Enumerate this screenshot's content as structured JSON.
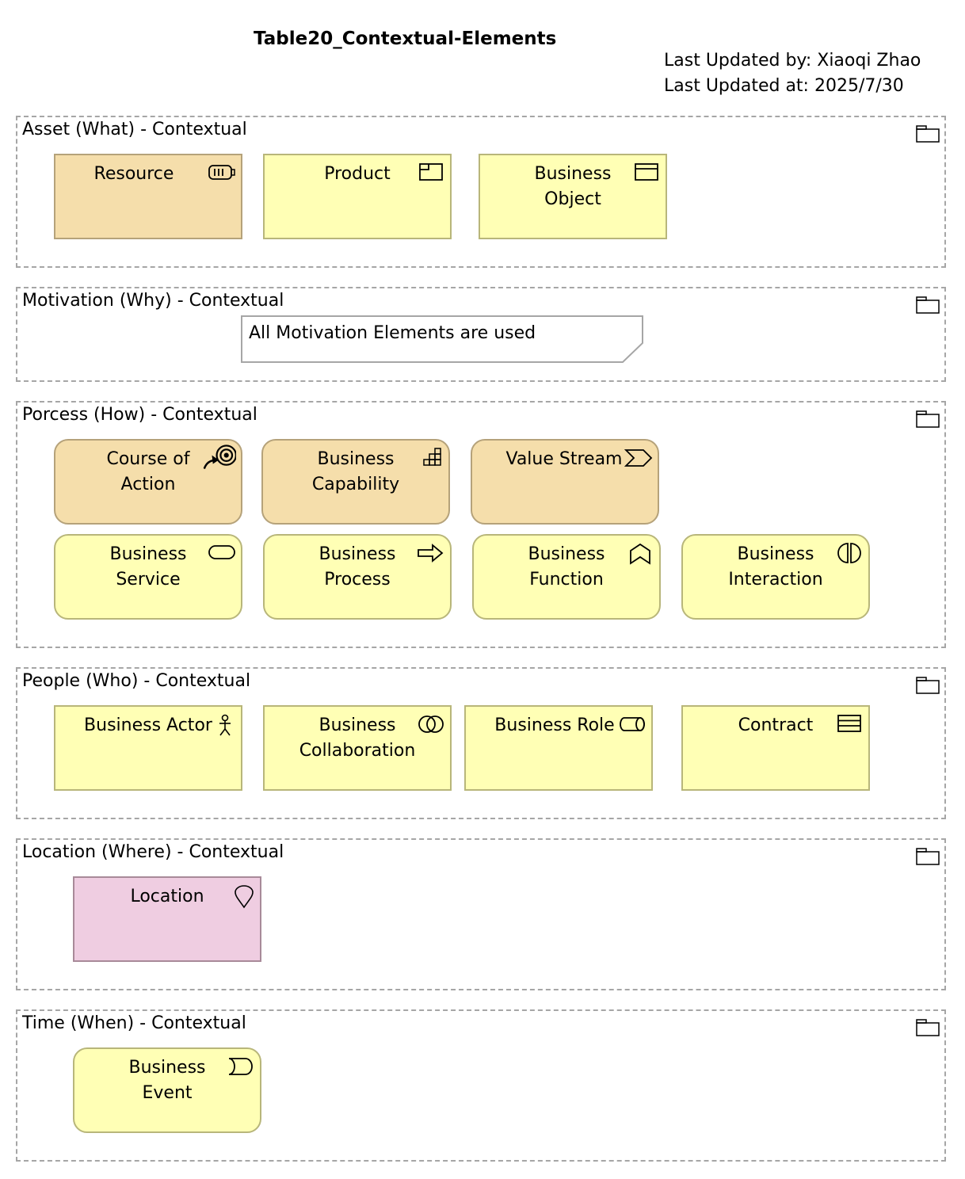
{
  "header": {
    "title": "Table20_Contextual-Elements",
    "updated_by": "Last Updated by: Xiaoqi Zhao",
    "updated_at": "Last Updated at: 2025/7/30"
  },
  "groups": {
    "asset": {
      "label": "Asset (What) - Contextual",
      "elements": {
        "resource": "Resource",
        "product": "Product",
        "business_object": "Business Object"
      }
    },
    "motivation": {
      "label": "Motivation (Why) - Contextual",
      "note": "All Motivation Elements are used"
    },
    "process": {
      "label": "Porcess (How) - Contextual",
      "elements": {
        "course_of_action": "Course of Action",
        "business_capability": "Business Capability",
        "value_stream": "Value Stream",
        "business_service": "Business Service",
        "business_process": "Business Process",
        "business_function": "Business Function",
        "business_interaction": "Business Interaction"
      }
    },
    "people": {
      "label": "People (Who) - Contextual",
      "elements": {
        "business_actor": "Business Actor",
        "business_collaboration": "Business Collaboration",
        "business_role": "Business Role",
        "contract": "Contract"
      }
    },
    "location": {
      "label": "Location (Where) - Contextual",
      "elements": {
        "location": "Location"
      }
    },
    "time": {
      "label": "Time (When) - Contextual",
      "elements": {
        "business_event": "Business Event"
      }
    }
  },
  "colors": {
    "strategy_fill": "#f5deab",
    "business_fill": "#ffffb5",
    "location_fill": "#efcde1",
    "group_border": "#a6a6a6"
  }
}
